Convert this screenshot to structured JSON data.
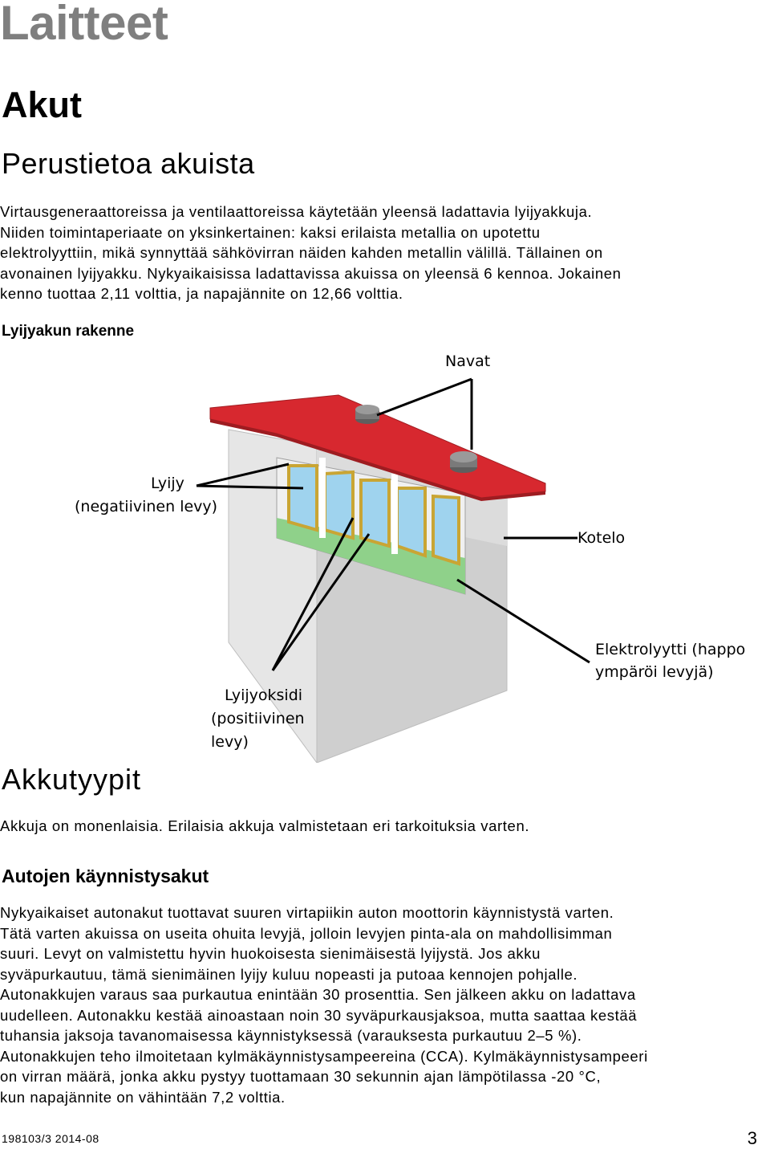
{
  "section_title": "Laitteet",
  "heading_1": "Akut",
  "heading_2": "Perustietoa akuista",
  "paragraph_1": "Virtausgeneraattoreissa ja ventilaattoreissa käytetään yleensä ladattavia lyijyakkuja.\nNiiden toimintaperiaate on yksinkertainen: kaksi erilaista metallia on upotettu\nelektrolyyttiin, mikä synnyttää sähkövirran näiden kahden metallin välillä. Tällainen on\navonainen lyijyakku. Nykyaikaisissa ladattavissa akuissa on yleensä 6 kennoa. Jokainen\nkenno tuottaa 2,11 volttia, ja napajännite on 12,66 volttia.",
  "diagram": {
    "caption": "Lyijyakun rakenne",
    "labels": {
      "terminals": "Navat",
      "lead_line1": "Lyijy",
      "lead_line2": "(negatiivinen levy)",
      "case": "Kotelo",
      "electrolyte_line1": "Elektrolyytti (happo",
      "electrolyte_line2": "ympäröi levyjä)",
      "oxide_line1": "Lyijyoksidi",
      "oxide_line2": "(positiivinen",
      "oxide_line3": "levy)"
    },
    "colors": {
      "lid": "#d7282f",
      "case": "#d8d8d8",
      "plate_blue": "#9fd3ee",
      "plate_green": "#8fd18a",
      "plate_gold": "#c9a534",
      "terminal": "#7a7a7a"
    }
  },
  "heading_3": "Akkutyypit",
  "paragraph_2": "Akkuja on monenlaisia. Erilaisia akkuja valmistetaan eri tarkoituksia varten.",
  "heading_4": "Autojen käynnistysakut",
  "paragraph_3": "Nykyaikaiset autonakut tuottavat suuren virtapiikin auton moottorin käynnistystä varten.\nTätä varten akuissa on useita ohuita levyjä, jolloin levyjen pinta-ala on mahdollisimman\nsuuri. Levyt on valmistettu hyvin huokoisesta sienimäisestä lyijystä. Jos akku\nsyväpurkautuu, tämä sienimäinen lyijy kuluu nopeasti ja putoaa kennojen pohjalle.\nAutonakkujen varaus saa purkautua enintään 30 prosenttia. Sen jälkeen akku on ladattava\nuudelleen. Autonakku kestää ainoastaan noin 30 syväpurkausjaksoa, mutta saattaa kestää\ntuhansia jaksoja tavanomaisessa käynnistyksessä (varauksesta purkautuu 2–5 %).\nAutonakkujen teho ilmoitetaan kylmäkäynnistysampeereina (CCA). Kylmäkäynnistysampeeri\non virran määrä, jonka akku pystyy tuottamaan 30 sekunnin ajan lämpötilassa -20 °C,\nkun napajännite on vähintään 7,2 volttia.",
  "footer": {
    "doc_id": "198103/3 2014-08",
    "page_number": "3"
  }
}
